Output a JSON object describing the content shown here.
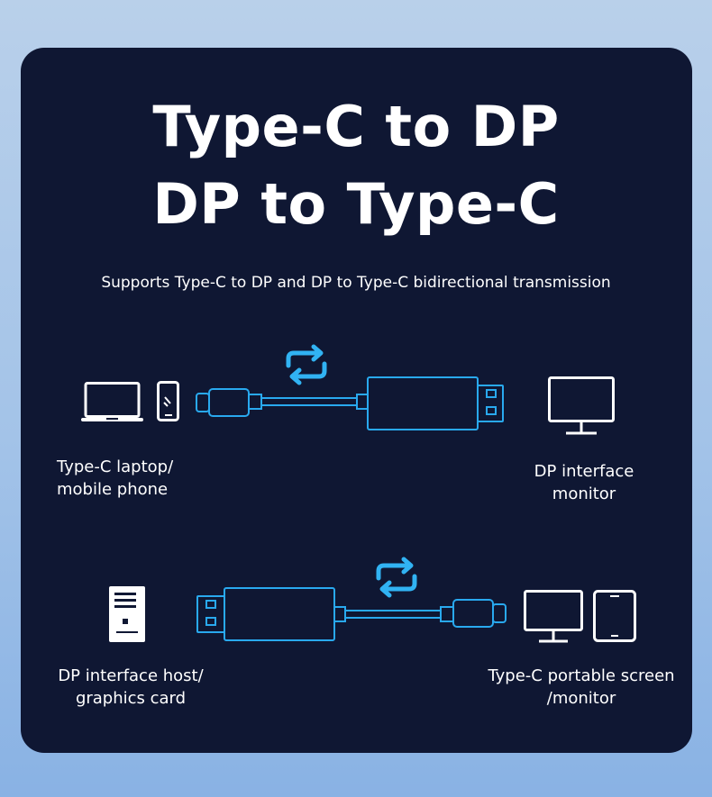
{
  "title_line1": "Type-C to DP",
  "title_line2": "DP to Type-C",
  "subtitle": "Supports Type-C to DP and DP to Type-C bidirectional transmission",
  "row1": {
    "source_label": "Type-C laptop/\nmobile phone",
    "target_label": "DP interface\nmonitor"
  },
  "row2": {
    "source_label": "DP interface host/\ngraphics card",
    "target_label": "Type-C portable screen\n/monitor"
  },
  "colors": {
    "panel": "#0f1733",
    "cable": "#29a9ef",
    "arrow": "#31b3f3",
    "icon": "#ffffff"
  },
  "icons": [
    "laptop-icon",
    "phone-icon",
    "monitor-icon",
    "pc-tower-icon",
    "tablet-icon",
    "bidirectional-arrows-icon"
  ]
}
